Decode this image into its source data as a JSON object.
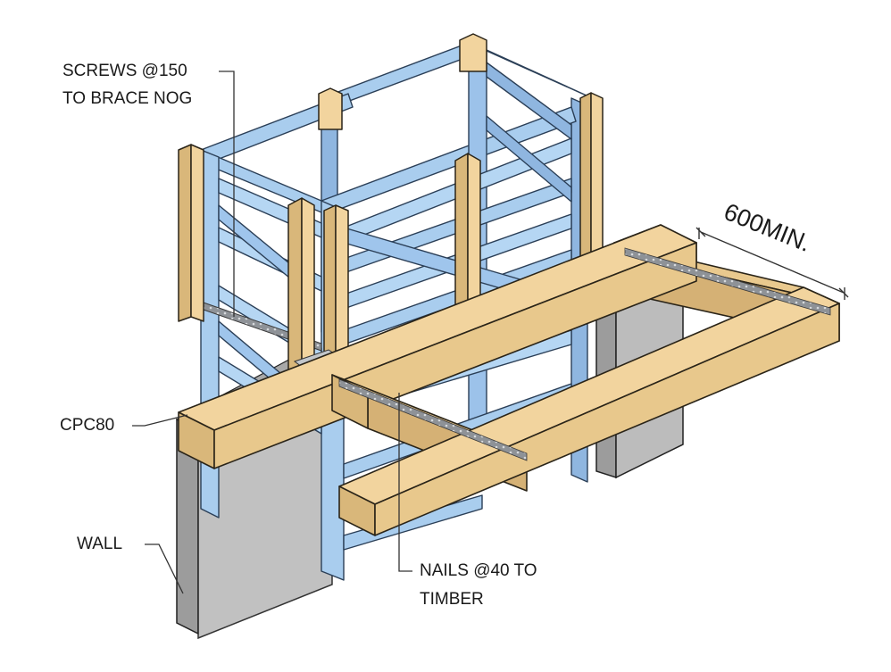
{
  "annotations": {
    "screws_line1": "SCREWS @150",
    "screws_line2": "TO BRACE NOG",
    "cpc80": "CPC80",
    "wall": "WALL",
    "nails_line1": "NAILS @40 TO",
    "nails_line2": "TIMBER",
    "dimension": "600MIN."
  },
  "colors": {
    "steel_fill": "#a9cdee",
    "steel_dark": "#7fa9d6",
    "steel_edge": "#2b3f57",
    "timber_fill": "#f2d49e",
    "timber_dark": "#d9b77a",
    "timber_edge": "#2a2418",
    "wall_fill": "#b9b9b9",
    "wall_dark": "#9c9c9c",
    "bracket_fill": "#9a9ea3"
  }
}
